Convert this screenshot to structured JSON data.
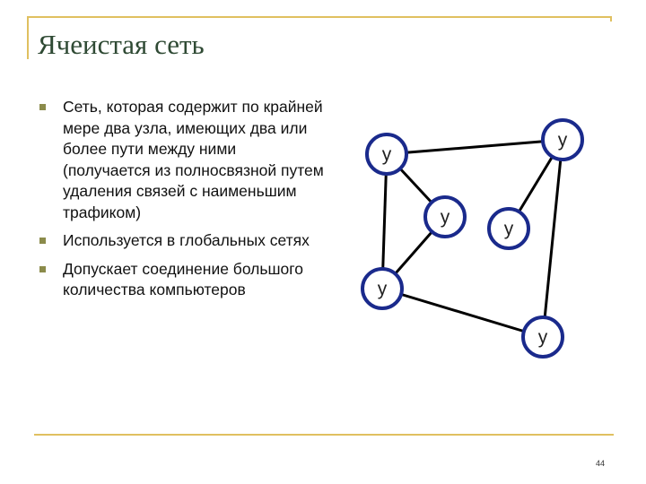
{
  "slide": {
    "title": "Ячеистая сеть",
    "bullets": [
      "Сеть, которая содержит по крайней мере два узла, имеющих два или более пути между ними (получается из полносвязной путем удаления связей с наименьшим трафиком)",
      "Используется в глобальных сетях",
      "Допускает соединение большого количества компьютеров"
    ],
    "page_number": "44"
  },
  "diagram": {
    "node_label": "у",
    "colors": {
      "node_border": "#1a2a8c",
      "edge": "#000000",
      "accent": "#e0c060"
    }
  }
}
